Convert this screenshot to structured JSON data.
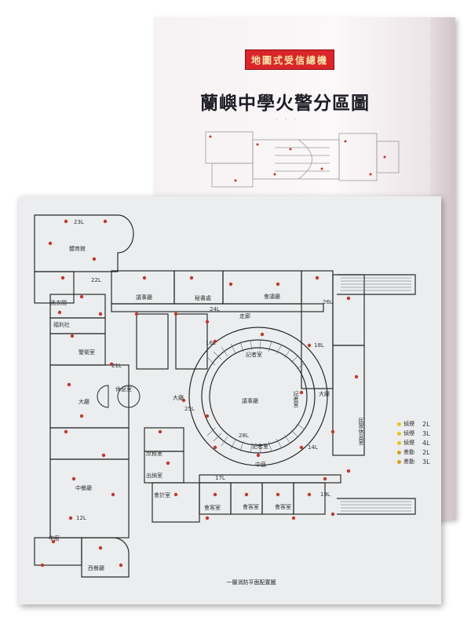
{
  "cover": {
    "badge": "地圖式受信總機",
    "title": "蘭嶼中學火警分區圖",
    "subtitle": "· · ·"
  },
  "plan": {
    "caption": "一層消防平面配置圖",
    "rooms": [
      {
        "key": "r1",
        "label": "體育館"
      },
      {
        "key": "r2",
        "label": "洗衣間"
      },
      {
        "key": "r3",
        "label": "福利社"
      },
      {
        "key": "r4",
        "label": "警衛室"
      },
      {
        "key": "r5",
        "label": "議事廳"
      },
      {
        "key": "r6",
        "label": "秘書處"
      },
      {
        "key": "r7",
        "label": "會議廳"
      },
      {
        "key": "r8",
        "label": "走廊"
      },
      {
        "key": "r9",
        "label": "休息室"
      },
      {
        "key": "r10",
        "label": "記者室"
      },
      {
        "key": "r11",
        "label": "議事廳"
      },
      {
        "key": "r12",
        "label": "大廳"
      },
      {
        "key": "r13",
        "label": "大廳"
      },
      {
        "key": "r14",
        "label": "記者室"
      },
      {
        "key": "r15",
        "label": "記者室"
      },
      {
        "key": "r16",
        "label": "民眾休息室"
      },
      {
        "key": "r17",
        "label": "出納室"
      },
      {
        "key": "r18",
        "label": "會計室"
      },
      {
        "key": "r19",
        "label": "庶務室"
      },
      {
        "key": "r20",
        "label": "中餐廳"
      },
      {
        "key": "r21",
        "label": "中廚"
      },
      {
        "key": "r22",
        "label": "西餐廳"
      },
      {
        "key": "r23",
        "label": "會客室"
      },
      {
        "key": "r24",
        "label": "會客室"
      },
      {
        "key": "r25",
        "label": "會客室"
      },
      {
        "key": "r26",
        "label": "中庭"
      },
      {
        "key": "r27",
        "label": "大廳"
      }
    ],
    "zones": [
      {
        "key": "z1",
        "label": "23L"
      },
      {
        "key": "z2",
        "label": "22L"
      },
      {
        "key": "z3",
        "label": "21L"
      },
      {
        "key": "z4",
        "label": "24L"
      },
      {
        "key": "z5",
        "label": "26L"
      },
      {
        "key": "z6",
        "label": "16L"
      },
      {
        "key": "z7",
        "label": "18L"
      },
      {
        "key": "z8",
        "label": "25L"
      },
      {
        "key": "z9",
        "label": "28L"
      },
      {
        "key": "z10",
        "label": "14L"
      },
      {
        "key": "z11",
        "label": "17L"
      },
      {
        "key": "z12",
        "label": "19L"
      },
      {
        "key": "z13",
        "label": "12L"
      }
    ],
    "legend": [
      {
        "name": "偵煙",
        "count": "2L",
        "color": "#e6c21a"
      },
      {
        "name": "偵煙",
        "count": "3L",
        "color": "#e6c21a"
      },
      {
        "name": "偵煙",
        "count": "4L",
        "color": "#e6c21a"
      },
      {
        "name": "差動",
        "count": "2L",
        "color": "#d4a017"
      },
      {
        "name": "差動",
        "count": "3L",
        "color": "#d4a017"
      }
    ],
    "colors": {
      "wall": "#2a2a2a",
      "detector": "#c0392b",
      "sheet": "#ebedef"
    }
  }
}
